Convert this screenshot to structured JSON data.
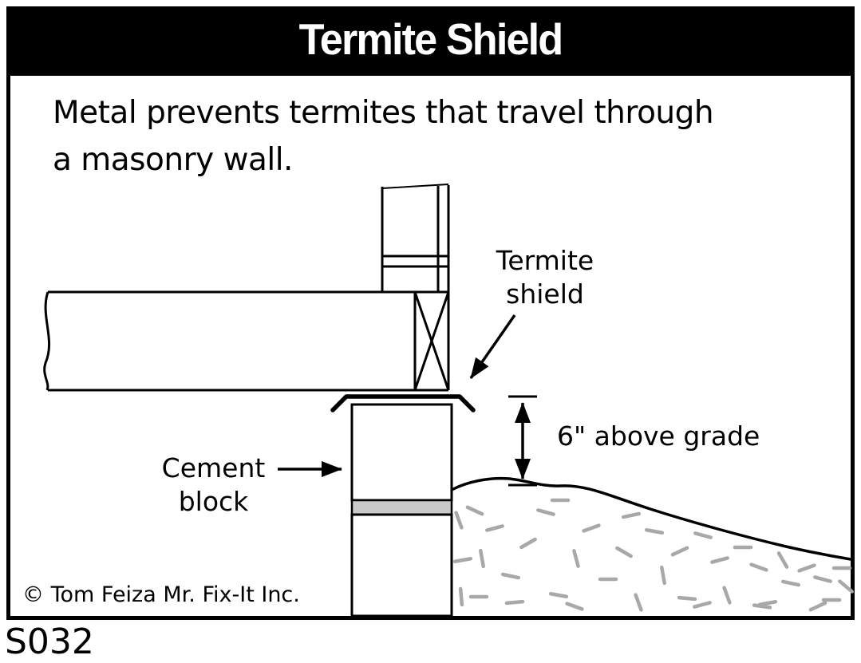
{
  "title": "Termite Shield",
  "description_lines": [
    "Metal prevents termites that travel through",
    "a masonry wall."
  ],
  "labels": {
    "termite_shield": "Termite shield",
    "cement_block": "Cement block",
    "above_grade": "6\" above grade"
  },
  "footer": {
    "copyright": "© Tom Feiza Mr. Fix-It Inc.",
    "code": "S032"
  },
  "colors": {
    "ink": "#000000",
    "mortar": "#c9c9c9",
    "stipple": "#a8a8a8",
    "title_bg": "#000000",
    "title_fg": "#ffffff"
  }
}
